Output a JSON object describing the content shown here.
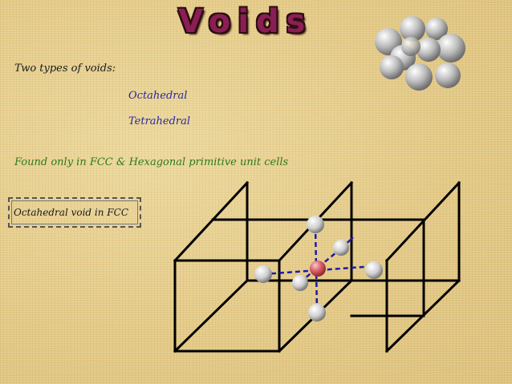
{
  "slide": {
    "title": "Voids",
    "intro": "Two types of voids:",
    "void_types": [
      "Octahedral",
      "Tetrahedral"
    ],
    "note": "Found only in FCC & Hexagonal primitive unit cells",
    "box_label": "Octahedral void in FCC"
  },
  "colors": {
    "title": "#8b1e54",
    "void_type_text": "#2a28a0",
    "note_text": "#2f7a1a",
    "void_atom": "#d85a62",
    "bond_dash": "#1d1aa8"
  },
  "diagram": {
    "icons": [
      "fcc-lattice-diagram",
      "atom-cluster-image"
    ]
  }
}
